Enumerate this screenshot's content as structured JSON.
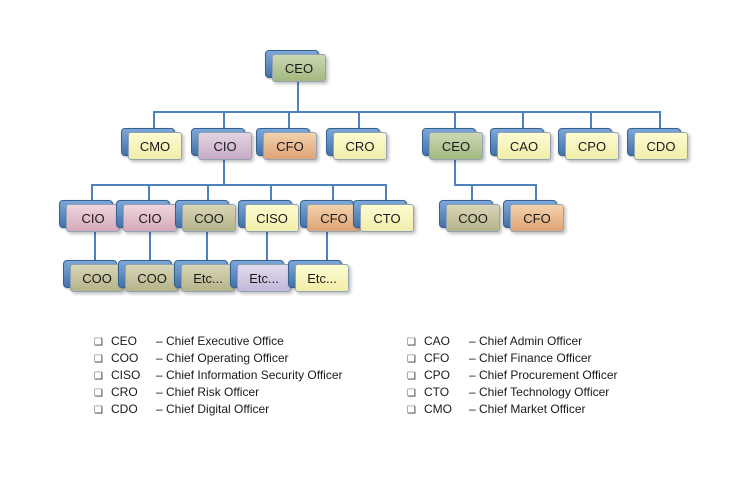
{
  "diagram": {
    "root": {
      "label": "CEO"
    },
    "row2": [
      {
        "label": "CMO"
      },
      {
        "label": "CIO"
      },
      {
        "label": "CFO"
      },
      {
        "label": "CRO"
      },
      {
        "label": "CEO"
      },
      {
        "label": "CAO"
      },
      {
        "label": "CPO"
      },
      {
        "label": "CDO"
      }
    ],
    "row3_left": [
      {
        "label": "CIO"
      },
      {
        "label": "CIO"
      },
      {
        "label": "COO"
      },
      {
        "label": "CISO"
      },
      {
        "label": "CFO"
      },
      {
        "label": "CTO"
      }
    ],
    "row3_right": [
      {
        "label": "COO"
      },
      {
        "label": "CFO"
      }
    ],
    "row4": [
      {
        "label": "COO"
      },
      {
        "label": "COO"
      },
      {
        "label": "Etc..."
      },
      {
        "label": "Etc..."
      },
      {
        "label": "Etc..."
      }
    ],
    "colors": {
      "connector_blue": "#4F81BD",
      "backplate_blue": "#4472A8",
      "green": "#B2C48D",
      "yellow": "#F7F4BC",
      "mauve": "#D9C6D6",
      "orange": "#EDC49C",
      "tan": "#CCCAA4",
      "pink": "#E5C7D2",
      "lavender": "#D9D0E6"
    }
  },
  "legend": {
    "bullet": "❑",
    "left": [
      {
        "abbr": "CEO",
        "desc": "– Chief Executive Office"
      },
      {
        "abbr": "COO",
        "desc": "– Chief Operating Officer"
      },
      {
        "abbr": "CISO",
        "desc": "– Chief Information Security Officer"
      },
      {
        "abbr": "CRO",
        "desc": "– Chief Risk Officer"
      },
      {
        "abbr": "CDO",
        "desc": "– Chief Digital Officer"
      }
    ],
    "right": [
      {
        "abbr": "CAO",
        "desc": "– Chief Admin Officer"
      },
      {
        "abbr": "CFO",
        "desc": "– Chief Finance Officer"
      },
      {
        "abbr": "CPO",
        "desc": "– Chief Procurement Officer"
      },
      {
        "abbr": "CTO",
        "desc": "– Chief Technology Officer"
      },
      {
        "abbr": "CMO",
        "desc": "– Chief Market Officer"
      }
    ]
  }
}
